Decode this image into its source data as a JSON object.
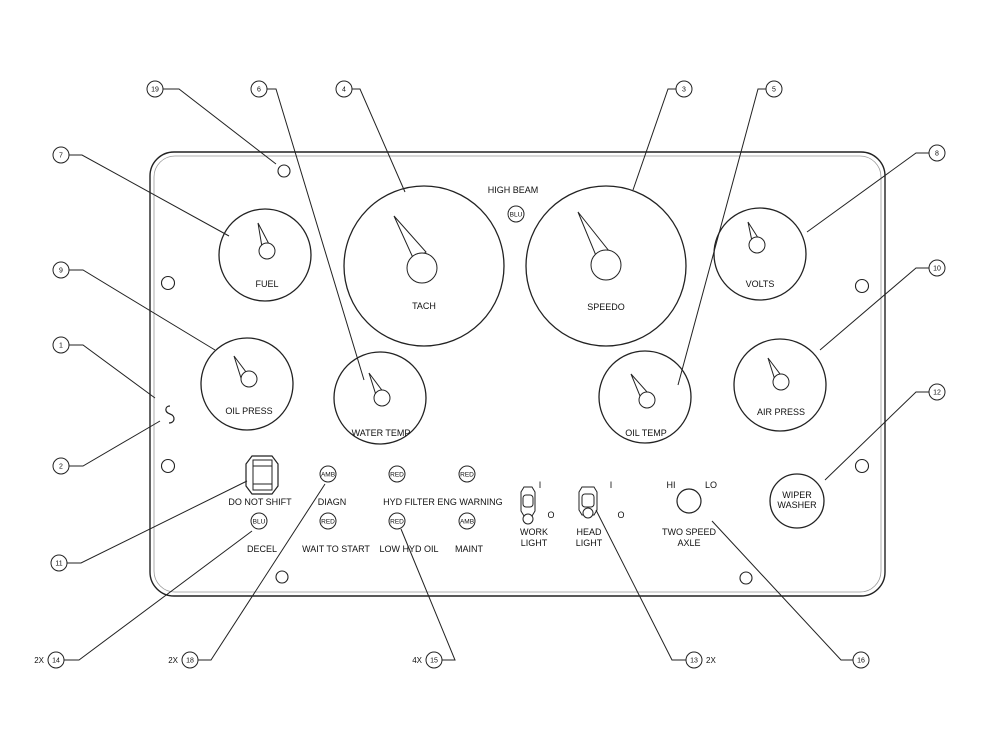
{
  "gauges": [
    {
      "id": "fuel",
      "label": "FUEL"
    },
    {
      "id": "tach",
      "label": "TACH"
    },
    {
      "id": "speedo",
      "label": "SPEEDO"
    },
    {
      "id": "volts",
      "label": "VOLTS"
    },
    {
      "id": "oil-press",
      "label": "OIL PRESS"
    },
    {
      "id": "water-temp",
      "label": "WATER TEMP"
    },
    {
      "id": "oil-temp",
      "label": "OIL TEMP"
    },
    {
      "id": "air-press",
      "label": "AIR PRESS"
    }
  ],
  "indicators": {
    "high_beam": {
      "label": "HIGH BEAM",
      "color": "BLU"
    },
    "diagn": {
      "label": "DIAGN",
      "color": "AMB"
    },
    "hyd_filter": {
      "label": "HYD FILTER",
      "color": "RED"
    },
    "eng_warning": {
      "label": "ENG WARNING",
      "color": "RED"
    },
    "decel": {
      "label": "DECEL",
      "color": "BLU"
    },
    "wait_to_start": {
      "label": "WAIT TO START",
      "color": "RED"
    },
    "low_hyd_oil": {
      "label": "LOW HYD OIL",
      "color": "RED"
    },
    "maint": {
      "label": "MAINT",
      "color": "AMB"
    }
  },
  "controls": {
    "do_not_shift": "DO NOT SHIFT",
    "work_light": {
      "line1": "WORK",
      "line2": "LIGHT",
      "on": "I",
      "off": "O"
    },
    "head_light": {
      "line1": "HEAD",
      "line2": "LIGHT",
      "on": "I",
      "off": "O"
    },
    "two_speed_axle": {
      "line1": "TWO SPEED",
      "line2": "AXLE",
      "hi": "HI",
      "lo": "LO"
    },
    "wiper_washer": {
      "line1": "WIPER",
      "line2": "WASHER"
    }
  },
  "callouts": [
    "1",
    "2",
    "3",
    "4",
    "5",
    "6",
    "7",
    "8",
    "9",
    "10",
    "11",
    "12",
    "13",
    "14",
    "15",
    "16",
    "18",
    "19"
  ],
  "multipliers": {
    "m14": "2X",
    "m18": "2X",
    "m15": "4X",
    "m13": "2X"
  }
}
